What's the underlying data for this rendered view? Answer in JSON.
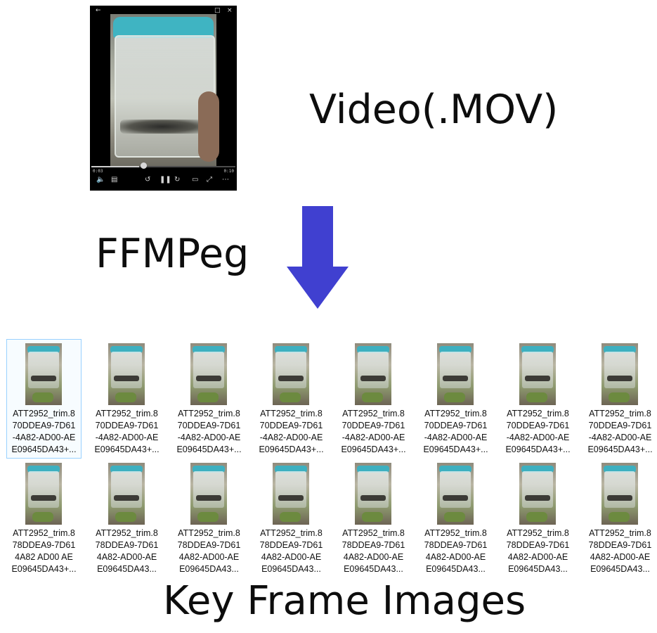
{
  "labels": {
    "video": "Video(.MOV)",
    "tool": "FFMPeg",
    "output": "Key Frame Images"
  },
  "player": {
    "time_elapsed": "0:03",
    "time_total": "0:10",
    "progress_fraction": 0.33,
    "icons": [
      "back-icon",
      "mini-view-icon",
      "close-icon",
      "volume-icon",
      "subtitles-icon",
      "skip-back-icon",
      "pause-icon",
      "skip-forward-icon",
      "cast-icon",
      "fullscreen-icon",
      "more-icon"
    ]
  },
  "arrow_color": "#4040d0",
  "thumbnails": {
    "row1": [
      {
        "lines": [
          "ATT2952_trim.8",
          "70DDEA9-7D61",
          "-4A82-AD00-AE",
          "E09645DA43+..."
        ],
        "selected": true
      },
      {
        "lines": [
          "ATT2952_trim.8",
          "70DDEA9-7D61",
          "-4A82-AD00-AE",
          "E09645DA43+..."
        ]
      },
      {
        "lines": [
          "ATT2952_trim.8",
          "70DDEA9-7D61",
          "-4A82-AD00-AE",
          "E09645DA43+..."
        ]
      },
      {
        "lines": [
          "ATT2952_trim.8",
          "70DDEA9-7D61",
          "-4A82-AD00-AE",
          "E09645DA43+..."
        ]
      },
      {
        "lines": [
          "ATT2952_trim.8",
          "70DDEA9-7D61",
          "-4A82-AD00-AE",
          "E09645DA43+..."
        ]
      },
      {
        "lines": [
          "ATT2952_trim.8",
          "70DDEA9-7D61",
          "-4A82-AD00-AE",
          "E09645DA43+..."
        ]
      },
      {
        "lines": [
          "ATT2952_trim.8",
          "70DDEA9-7D61",
          "-4A82-AD00-AE",
          "E09645DA43+..."
        ]
      },
      {
        "lines": [
          "ATT2952_trim.8",
          "70DDEA9-7D61",
          "-4A82-AD00-AE",
          "E09645DA43+..."
        ]
      }
    ],
    "row2": [
      {
        "lines": [
          "ATT2952_trim.8",
          "78DDEA9-7D61",
          "4A82 AD00 AE",
          "E09645DA43+..."
        ]
      },
      {
        "lines": [
          "ATT2952_trim.8",
          "78DDEA9-7D61",
          "4A82-AD00-AE",
          "E09645DA43..."
        ]
      },
      {
        "lines": [
          "ATT2952_trim.8",
          "78DDEA9-7D61",
          "4A82-AD00-AE",
          "E09645DA43..."
        ]
      },
      {
        "lines": [
          "ATT2952_trim.8",
          "78DDEA9-7D61",
          "4A82-AD00-AE",
          "E09645DA43..."
        ]
      },
      {
        "lines": [
          "ATT2952_trim.8",
          "78DDEA9-7D61",
          "4A82-AD00-AE",
          "E09645DA43..."
        ]
      },
      {
        "lines": [
          "ATT2952_trim.8",
          "78DDEA9-7D61",
          "4A82-AD00-AE",
          "E09645DA43..."
        ]
      },
      {
        "lines": [
          "ATT2952_trim.8",
          "78DDEA9-7D61",
          "4A82-AD00-AE",
          "E09645DA43..."
        ]
      },
      {
        "lines": [
          "ATT2952_trim.8",
          "78DDEA9-7D61",
          "4A82-AD00-AE",
          "E09645DA43..."
        ]
      }
    ]
  }
}
